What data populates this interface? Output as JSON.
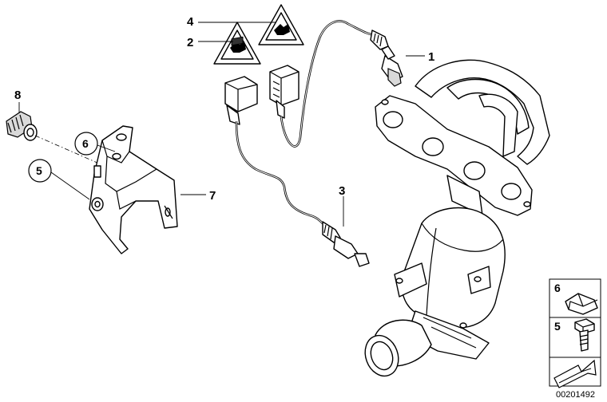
{
  "callouts": {
    "c1": "1",
    "c2": "2",
    "c3": "3",
    "c4": "4",
    "c5": "5",
    "c6": "6",
    "c7": "7",
    "c8": "8"
  },
  "legend": {
    "item_top": "6",
    "item_bottom": "5"
  },
  "doc_number": "00201492",
  "icons": [
    "warning-triangle-icon",
    "arrow-icon"
  ]
}
